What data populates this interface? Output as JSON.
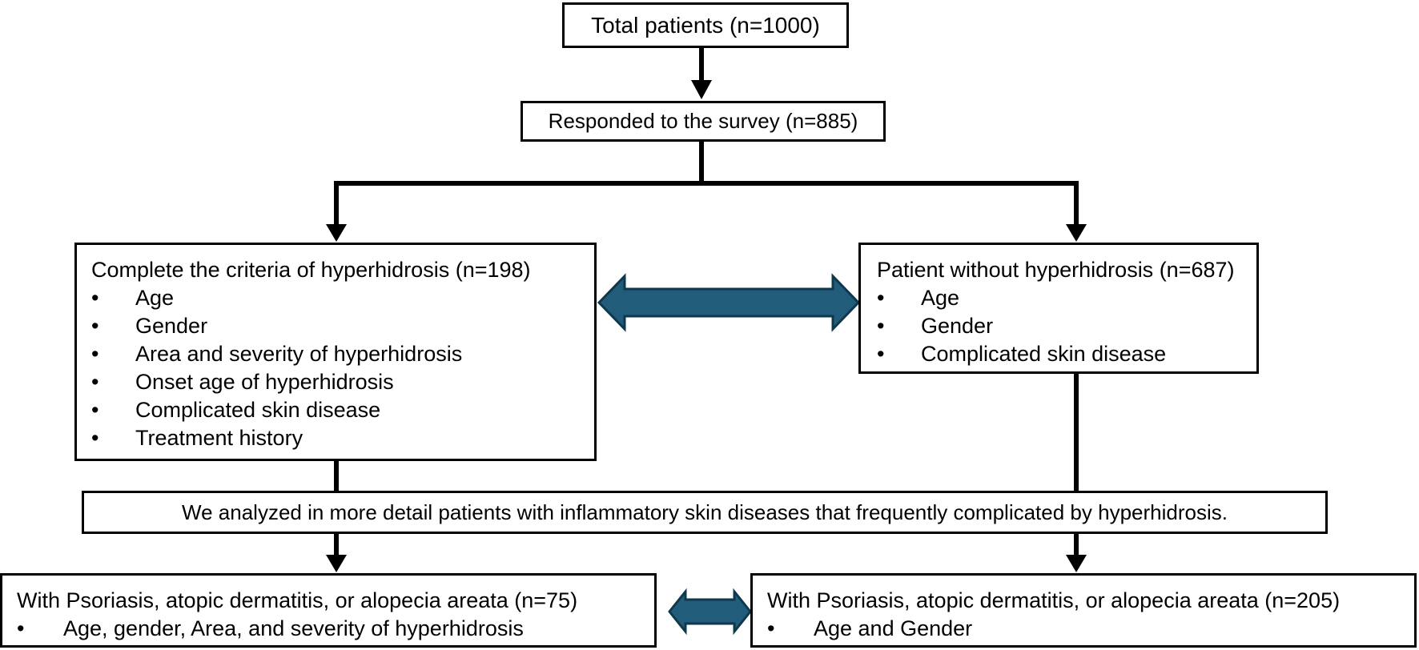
{
  "boxes": {
    "total": "Total patients (n=1000)",
    "responded": "Responded to the survey (n=885)",
    "hyperhidrosis": {
      "title": "Complete the criteria of hyperhidrosis (n=198)",
      "items": [
        "Age",
        "Gender",
        "Area and severity of hyperhidrosis",
        "Onset age of hyperhidrosis",
        "Complicated skin disease",
        "Treatment history"
      ]
    },
    "no_hyperhidrosis": {
      "title": "Patient without hyperhidrosis (n=687)",
      "items": [
        "Age",
        "Gender",
        "Complicated skin disease"
      ]
    },
    "analysis": "We analyzed in more detail patients with inflammatory skin diseases that frequently complicated by hyperhidrosis.",
    "subgroup_left": {
      "title": "With Psoriasis, atopic dermatitis, or alopecia areata (n=75)",
      "items": [
        "Age, gender,  Area, and severity of hyperhidrosis"
      ]
    },
    "subgroup_right": {
      "title": "With Psoriasis, atopic dermatitis, or alopecia areata (n=205)",
      "items": [
        "Age and Gender"
      ]
    }
  },
  "colors": {
    "double_arrow_fill": "#215D7B",
    "double_arrow_stroke": "#10384C",
    "line": "#000000"
  }
}
